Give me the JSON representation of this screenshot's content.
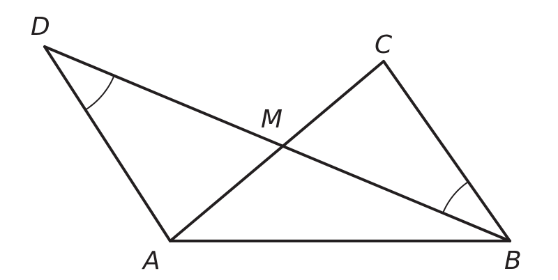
{
  "points": {
    "D": "D",
    "C": "C",
    "M": "M",
    "A": "A",
    "B": "B"
  },
  "colors": {
    "stroke": "#231f20",
    "background": "#ffffff"
  }
}
